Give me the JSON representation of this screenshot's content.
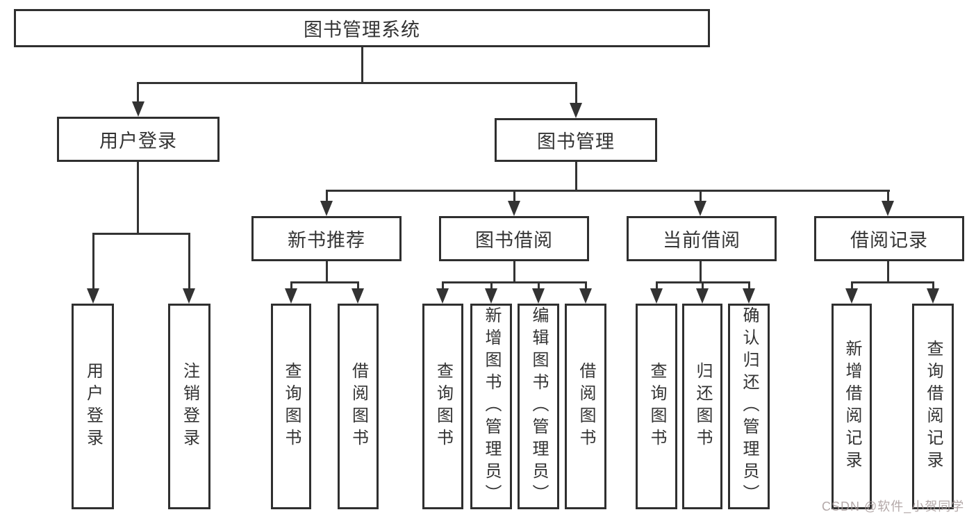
{
  "tree": {
    "root": "图书管理系统",
    "branches": [
      {
        "label": "用户登录",
        "children": [
          "用户登录",
          "注销登录"
        ]
      },
      {
        "label": "图书管理",
        "groups": [
          {
            "label": "新书推荐",
            "children": [
              "查询图书",
              "借阅图书"
            ]
          },
          {
            "label": "图书借阅",
            "children": [
              "查询图书",
              "新增图书（管理员）",
              "编辑图书（管理员）",
              "借阅图书"
            ]
          },
          {
            "label": "当前借阅",
            "children": [
              "查询图书",
              "归还图书",
              "确认归还（管理员）"
            ]
          },
          {
            "label": "借阅记录",
            "children": [
              "新增借阅记录",
              "查询借阅记录"
            ]
          }
        ]
      }
    ]
  },
  "watermark": {
    "text": "CSDN @软件_小贺同学"
  },
  "colors": {
    "line": "#333333",
    "text": "#333333",
    "background": "#ffffff",
    "watermark": "#a69999"
  }
}
